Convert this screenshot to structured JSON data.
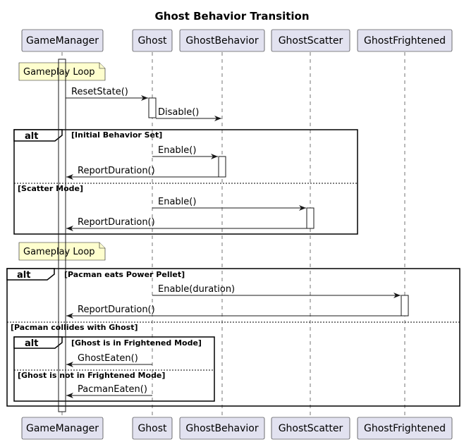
{
  "title": "Ghost Behavior Transition",
  "participants": [
    {
      "id": "gm",
      "label": "GameManager"
    },
    {
      "id": "ghost",
      "label": "Ghost"
    },
    {
      "id": "gb",
      "label": "GhostBehavior"
    },
    {
      "id": "gs",
      "label": "GhostScatter"
    },
    {
      "id": "gf",
      "label": "GhostFrightened"
    }
  ],
  "notes": [
    {
      "text": "Gameplay Loop"
    },
    {
      "text": "Gameplay Loop"
    }
  ],
  "messages": [
    {
      "from": "gm",
      "to": "ghost",
      "label": "ResetState()"
    },
    {
      "from": "ghost",
      "to": "gb",
      "label": "Disable()"
    },
    {
      "from": "ghost",
      "to": "gb",
      "label": "Enable()"
    },
    {
      "from": "gb",
      "to": "gm",
      "label": "ReportDuration()"
    },
    {
      "from": "ghost",
      "to": "gs",
      "label": "Enable()"
    },
    {
      "from": "gs",
      "to": "gm",
      "label": "ReportDuration()"
    },
    {
      "from": "ghost",
      "to": "gf",
      "label": "Enable(duration)"
    },
    {
      "from": "gf",
      "to": "gm",
      "label": "ReportDuration()"
    },
    {
      "from": "ghost",
      "to": "gm",
      "label": "GhostEaten()"
    },
    {
      "from": "ghost",
      "to": "gm",
      "label": "PacmanEaten()"
    }
  ],
  "fragments": [
    {
      "keyword": "alt",
      "guard": "[Initial Behavior Set]",
      "else_guard": "[Scatter Mode]"
    },
    {
      "keyword": "alt",
      "guard": "[Pacman eats Power Pellet]",
      "else_guard": "[Pacman collides with Ghost]"
    },
    {
      "keyword": "alt",
      "guard": "[Ghost is in Frightened Mode]",
      "else_guard": "[Ghost is not in Frightened Mode]"
    }
  ]
}
